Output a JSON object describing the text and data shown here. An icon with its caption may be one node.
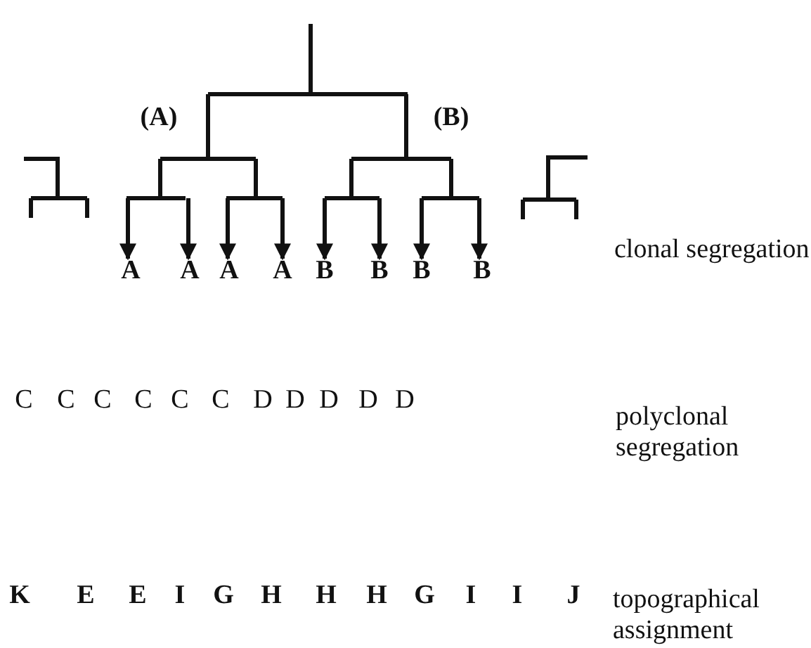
{
  "diagram": {
    "nodes": [
      {
        "text": [
          "A"
        ]
      },
      {
        "text": [
          "A"
        ]
      },
      {
        "text": [
          "A"
        ]
      },
      {
        "text": [
          "A"
        ]
      },
      {
        "text": [
          "B"
        ]
      },
      {
        "text": [
          "B"
        ]
      },
      {
        "text": [
          "B"
        ]
      },
      {
        "text": [
          "B"
        ]
      }
    ],
    "edges": [
      {
        "from": null,
        "to": 0,
        "arrow": "to"
      },
      {
        "from": null,
        "to": 1,
        "arrow": "to"
      },
      {
        "from": null,
        "to": 2,
        "arrow": "to"
      },
      {
        "from": null,
        "to": 3,
        "arrow": "to"
      },
      {
        "from": null,
        "to": 4,
        "arrow": "to"
      },
      {
        "from": null,
        "to": 5,
        "arrow": "to"
      },
      {
        "from": null,
        "to": 6,
        "arrow": "to"
      },
      {
        "from": null,
        "to": 7,
        "arrow": "to"
      }
    ],
    "labels": [
      "(A)",
      "(B)",
      "clonal segregation",
      "C",
      "C",
      "C",
      "C",
      "C",
      "C",
      "D",
      "D",
      "D",
      "D",
      "D",
      "polyclonal segregation",
      "K",
      "E",
      "E",
      "I",
      "G",
      "H",
      "H",
      "H",
      "G",
      "I",
      "I",
      "J",
      "topographical assignment"
    ]
  }
}
